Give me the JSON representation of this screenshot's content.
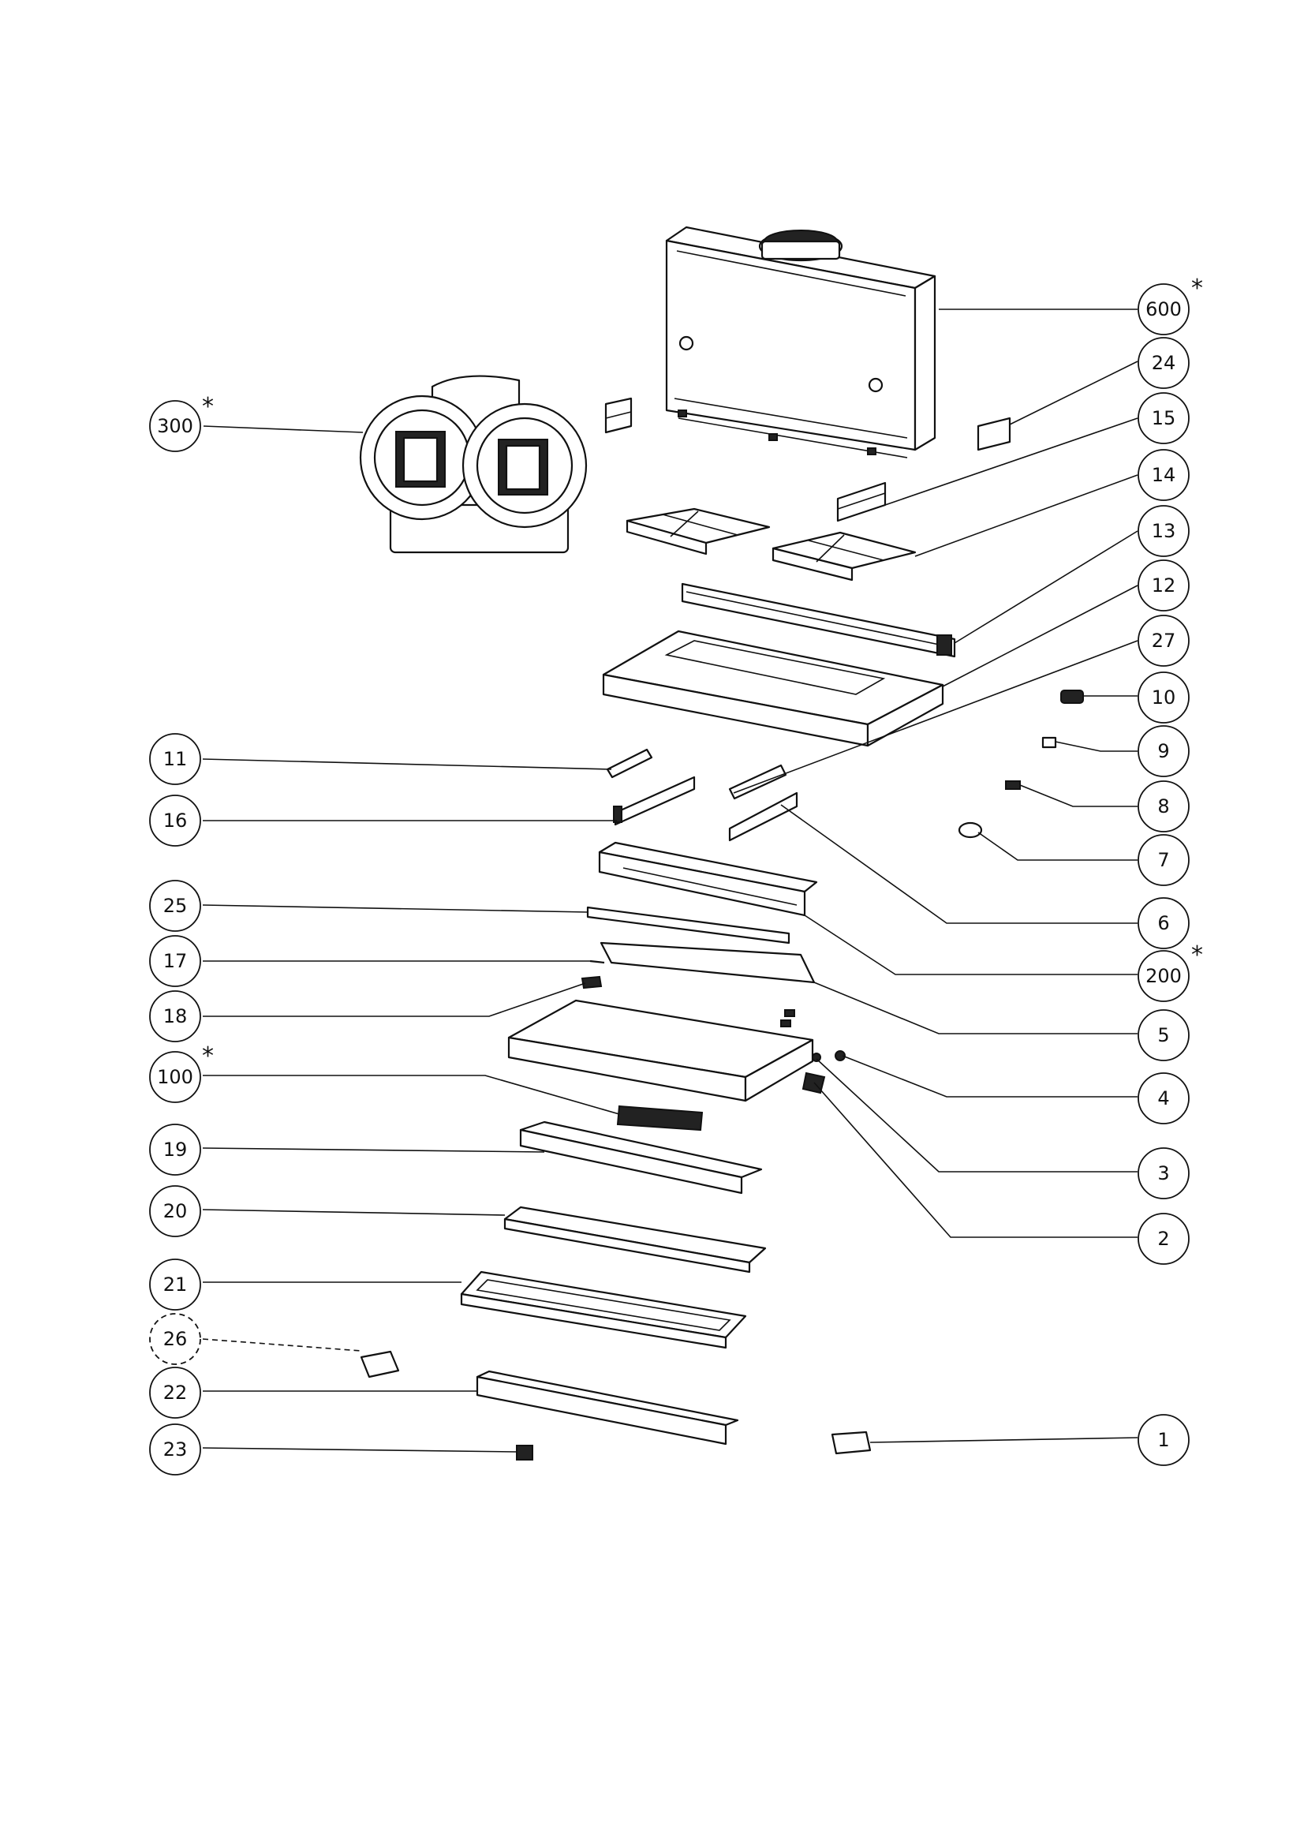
{
  "diagram": {
    "type": "exploded-parts-view",
    "callouts": [
      {
        "label": "600",
        "star": "*"
      },
      {
        "label": "24"
      },
      {
        "label": "15"
      },
      {
        "label": "14"
      },
      {
        "label": "13"
      },
      {
        "label": "12"
      },
      {
        "label": "27"
      },
      {
        "label": "10"
      },
      {
        "label": "9"
      },
      {
        "label": "8"
      },
      {
        "label": "7"
      },
      {
        "label": "6"
      },
      {
        "label": "200",
        "star": "*"
      },
      {
        "label": "5"
      },
      {
        "label": "4"
      },
      {
        "label": "3"
      },
      {
        "label": "2"
      },
      {
        "label": "1"
      },
      {
        "label": "300",
        "star": "*"
      },
      {
        "label": "11"
      },
      {
        "label": "16"
      },
      {
        "label": "25"
      },
      {
        "label": "17"
      },
      {
        "label": "18"
      },
      {
        "label": "100",
        "star": "*"
      },
      {
        "label": "19"
      },
      {
        "label": "20"
      },
      {
        "label": "21"
      },
      {
        "label": "26",
        "dashed": true
      },
      {
        "label": "22"
      },
      {
        "label": "23"
      }
    ]
  }
}
